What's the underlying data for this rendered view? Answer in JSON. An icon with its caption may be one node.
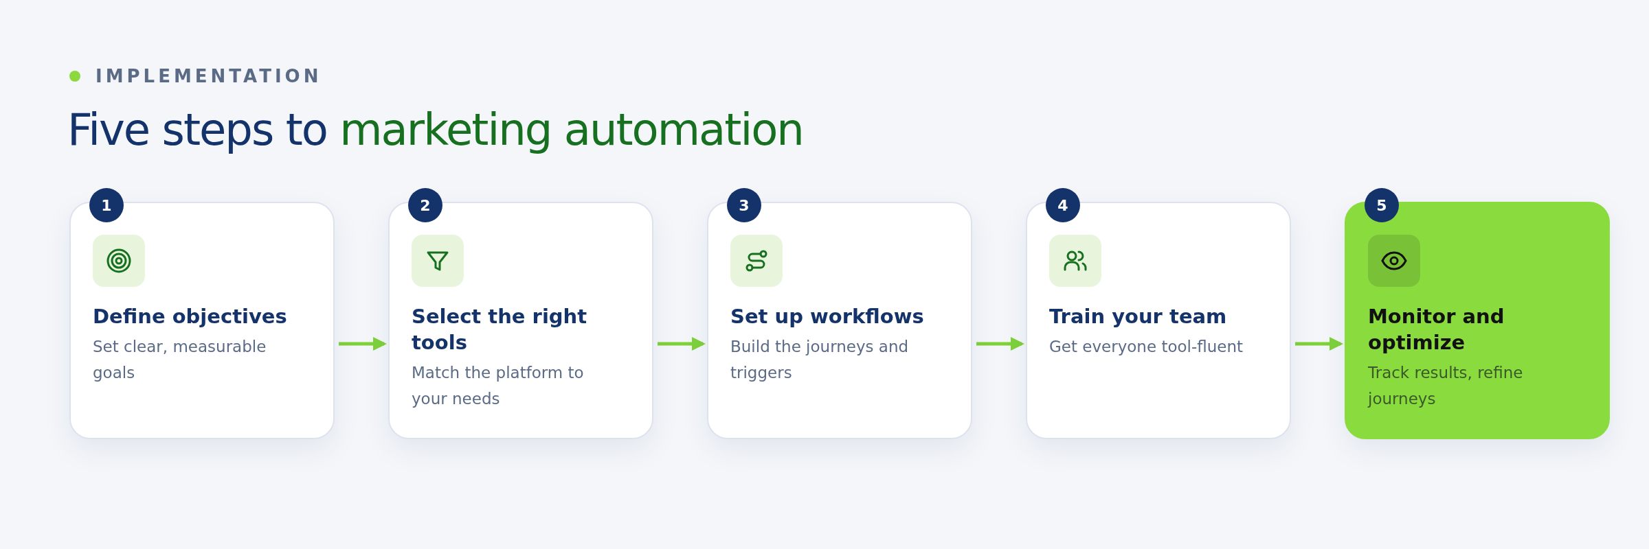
{
  "diagram": {
    "title": "Five steps to **marketing automation**",
    "nodes": [
      {
        "text": [
          "1",
          "Define objectives",
          "Set clear, measurable goals"
        ]
      },
      {
        "text": [
          "2",
          "Select the right tools",
          "Match the platform to your needs"
        ]
      },
      {
        "text": [
          "3",
          "Set up workflows",
          "Build the journeys and triggers"
        ]
      },
      {
        "text": [
          "4",
          "Train your team",
          "Get everyone tool-fluent"
        ]
      },
      {
        "text": [
          "5",
          "Monitor and optimize",
          "Track results, refine journeys"
        ]
      }
    ],
    "edges": [
      {
        "from": 0,
        "to": 1,
        "arrow": "to"
      },
      {
        "from": 1,
        "to": 2,
        "arrow": "to"
      },
      {
        "from": 2,
        "to": 3,
        "arrow": "to"
      },
      {
        "from": 3,
        "to": 4,
        "arrow": "to"
      }
    ],
    "labels": [
      "IMPLEMENTATION"
    ]
  }
}
